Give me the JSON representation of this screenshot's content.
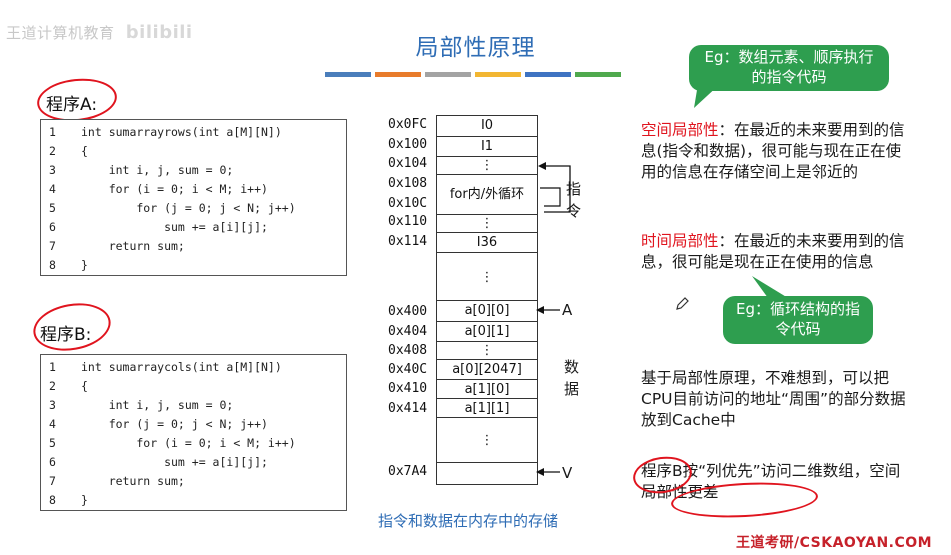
{
  "watermark": {
    "text": "王道计算机教育",
    "logo": "bilibili"
  },
  "slide": {
    "title": "局部性原理",
    "color_bar": [
      "#4a7ebb",
      "#e87b2b",
      "#a3a3a3",
      "#f2b632",
      "#3e73c2",
      "#4fa94d"
    ]
  },
  "program_a": {
    "label": "程序A:",
    "lines": [
      {
        "no": "1",
        "code": "int sumarrayrows(int a[M][N])"
      },
      {
        "no": "2",
        "code": "{"
      },
      {
        "no": "3",
        "code": "    int i, j, sum = 0;"
      },
      {
        "no": "4",
        "code": "    for (i = 0; i < M; i++)"
      },
      {
        "no": "5",
        "code": "        for (j = 0; j < N; j++)"
      },
      {
        "no": "6",
        "code": "            sum += a[i][j];"
      },
      {
        "no": "7",
        "code": "    return sum;"
      },
      {
        "no": "8",
        "code": "}"
      }
    ]
  },
  "program_b": {
    "label": "程序B:",
    "lines": [
      {
        "no": "1",
        "code": "int sumarraycols(int a[M][N])"
      },
      {
        "no": "2",
        "code": "{"
      },
      {
        "no": "3",
        "code": "    int i, j, sum = 0;"
      },
      {
        "no": "4",
        "code": "    for (j = 0; j < N; j++)"
      },
      {
        "no": "5",
        "code": "        for (i = 0; i < M; i++)"
      },
      {
        "no": "6",
        "code": "            sum += a[i][j];"
      },
      {
        "no": "7",
        "code": "    return sum;"
      },
      {
        "no": "8",
        "code": "}"
      }
    ]
  },
  "memory": {
    "instr_addrs": [
      "0x0FC",
      "0x100",
      "0x104",
      "0x108",
      "0x10C",
      "0x110",
      "0x114"
    ],
    "instr_cells": [
      "I0",
      "I1",
      "⋮",
      "for内/外循环",
      "⋮",
      "I36",
      "⋮"
    ],
    "instr_label": "指令",
    "data_addrs": [
      "0x400",
      "0x404",
      "0x408",
      "0x40C",
      "0x410",
      "0x414",
      "0x7A4"
    ],
    "data_cells": [
      "a[0][0]",
      "a[0][1]",
      "⋮",
      "a[0][2047]",
      "a[1][0]",
      "a[1][1]",
      "⋮",
      ""
    ],
    "data_label": "数据",
    "marker_a": "A",
    "marker_v": "V",
    "caption": "指令和数据在内存中的存储"
  },
  "right": {
    "callout1": "Eg：数组元素、顺序执行的指令代码",
    "spatial_term": "空间局部性",
    "spatial_text": "：在最近的未来要用到的信息(指令和数据)，很可能与现在正在使用的信息在存储空间上是邻近的",
    "temporal_term": "时间局部性",
    "temporal_text": "：在最近的未来要用到的信息，很可能是现在正在使用的信息",
    "callout2": "Eg：循环结构的指令代码",
    "conclusion": "基于局部性原理，不难想到，可以把CPU目前访问的地址“周围”的部分数据放到Cache中",
    "final_prog": "程序B",
    "final_text": "按“列优先”访问二维数组，空间局部性更差"
  },
  "footer": {
    "brand": "王道考研/CSKAOYAN.COM"
  }
}
